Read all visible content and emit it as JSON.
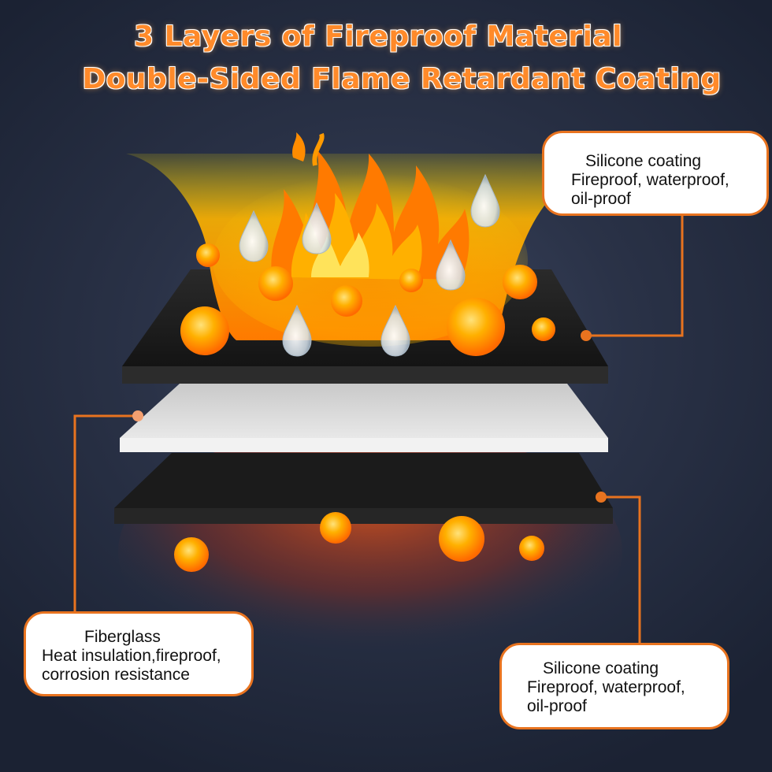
{
  "title": {
    "line1": "3 Layers of Fireproof Material",
    "line2": "Double-Sided Flame Retardant Coating"
  },
  "colors": {
    "accent": "#e8731f",
    "title_orange": "#ff8a2a",
    "top_layer": "#1e1e1e",
    "middle_layer": "#d9d9d9",
    "bottom_layer": "#1a1a1a",
    "flame": "#ff7a00"
  },
  "icons": [
    "flame-icon",
    "water-drop-icon",
    "fire-ember-icon"
  ],
  "callouts": {
    "top": {
      "heading": "Silicone coating",
      "line1": "Fireproof, waterproof,",
      "line2": "oil-proof"
    },
    "left": {
      "heading": "Fiberglass",
      "line1": "Heat insulation,fireproof,",
      "line2": "corrosion resistance"
    },
    "bottom": {
      "heading": "Silicone coating",
      "line1": "Fireproof, waterproof,",
      "line2": "oil-proof"
    }
  }
}
